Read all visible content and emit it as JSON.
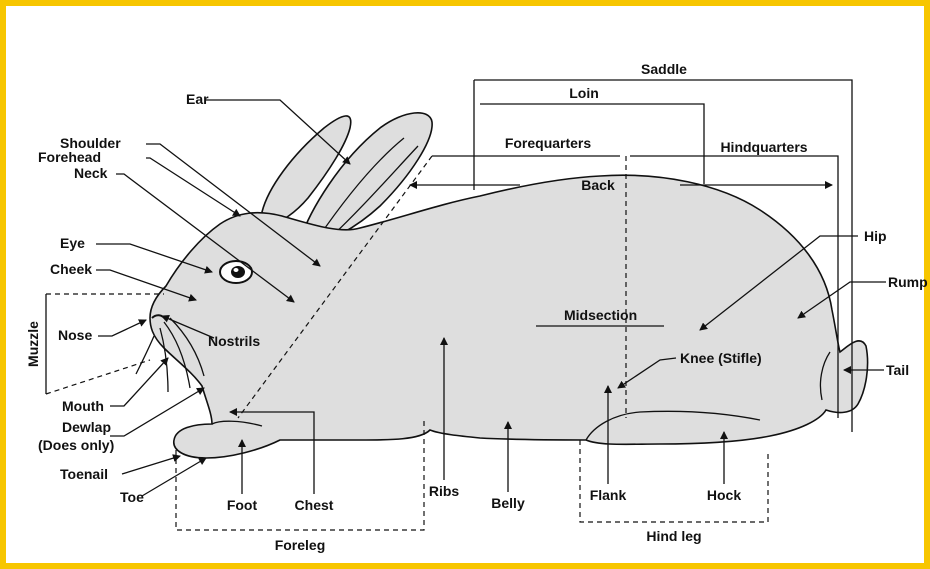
{
  "diagram": {
    "border_color": "#f7c600",
    "labels": {
      "saddle": "Saddle",
      "loin": "Loin",
      "ear": "Ear",
      "shoulder": "Shoulder",
      "forehead": "Forehead",
      "neck": "Neck",
      "forequarters": "Forequarters",
      "hindquarters": "Hindquarters",
      "back": "Back",
      "eye": "Eye",
      "hip": "Hip",
      "cheek": "Cheek",
      "rump": "Rump",
      "muzzle": "Muzzle",
      "nose": "Nose",
      "nostrils": "Nostrils",
      "midsection": "Midsection",
      "knee": "Knee (Stifle)",
      "tail": "Tail",
      "mouth": "Mouth",
      "dewlap": "Dewlap",
      "dewlap_note": "(Does only)",
      "toenail": "Toenail",
      "toe": "Toe",
      "foot": "Foot",
      "chest": "Chest",
      "ribs": "Ribs",
      "belly": "Belly",
      "flank": "Flank",
      "hock": "Hock",
      "foreleg": "Foreleg",
      "hind_leg": "Hind leg"
    }
  }
}
